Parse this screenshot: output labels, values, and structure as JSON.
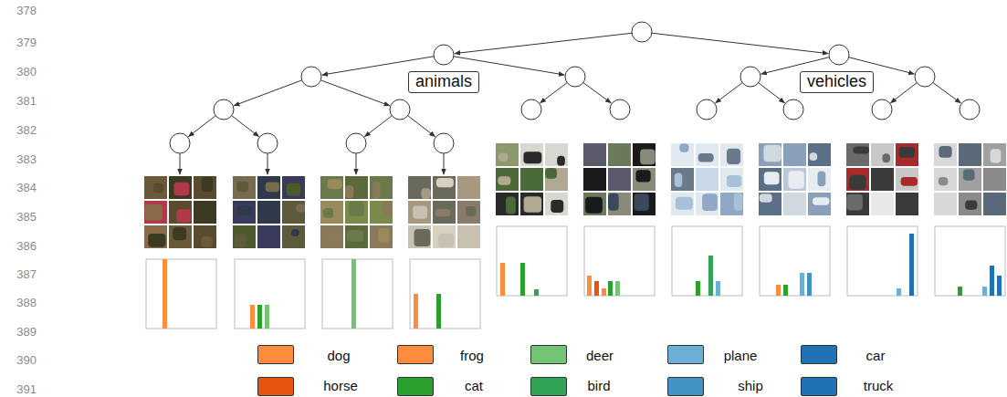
{
  "diagram": {
    "nodes": [
      {
        "text": [
          "animals"
        ]
      },
      {
        "text": [
          "vehicles"
        ]
      }
    ],
    "labels": [
      "378",
      "379",
      "380",
      "381",
      "382",
      "383",
      "384",
      "385",
      "386",
      "387",
      "388",
      "389",
      "390",
      "391"
    ],
    "legend": [
      {
        "text": "dog",
        "color": "#fd8d3c"
      },
      {
        "text": "frog",
        "color": "#fd8d3c"
      },
      {
        "text": "deer",
        "color": "#74c476"
      },
      {
        "text": "plane",
        "color": "#6baed6"
      },
      {
        "text": "car",
        "color": "#2171b5"
      },
      {
        "text": "horse",
        "color": "#e6550d"
      },
      {
        "text": "cat",
        "color": "#2ca02c"
      },
      {
        "text": "bird",
        "color": "#31a354"
      },
      {
        "text": "ship",
        "color": "#4292c6"
      },
      {
        "text": "truck",
        "color": "#2171b5"
      }
    ]
  }
}
